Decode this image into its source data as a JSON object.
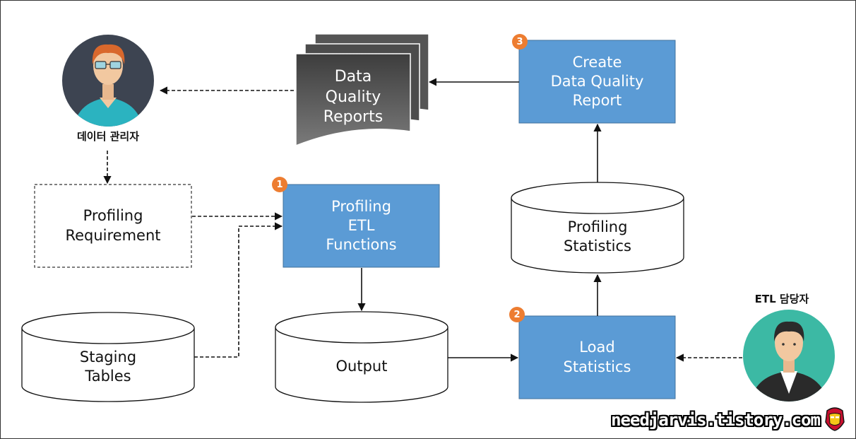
{
  "nodes": {
    "profiling_etl": "Profiling\nETL\nFunctions",
    "create_report": "Create\nData Quality\nReport",
    "load_statistics": "Load\nStatistics",
    "profiling_requirement": "Profiling\nRequirement",
    "data_quality_reports": "Data\nQuality\nReports",
    "staging_tables": "Staging\nTables",
    "output": "Output",
    "profiling_statistics": "Profiling\nStatistics"
  },
  "badges": {
    "one": "1",
    "two": "2",
    "three": "3"
  },
  "people": {
    "data_manager": "데이터 관리자",
    "etl_owner": "ETL 담당자"
  },
  "watermark": "needjarvis.tistory.com",
  "colors": {
    "box_blue": "#5b9bd5",
    "badge_orange": "#ed7d31",
    "reports_gray": "#555555"
  }
}
